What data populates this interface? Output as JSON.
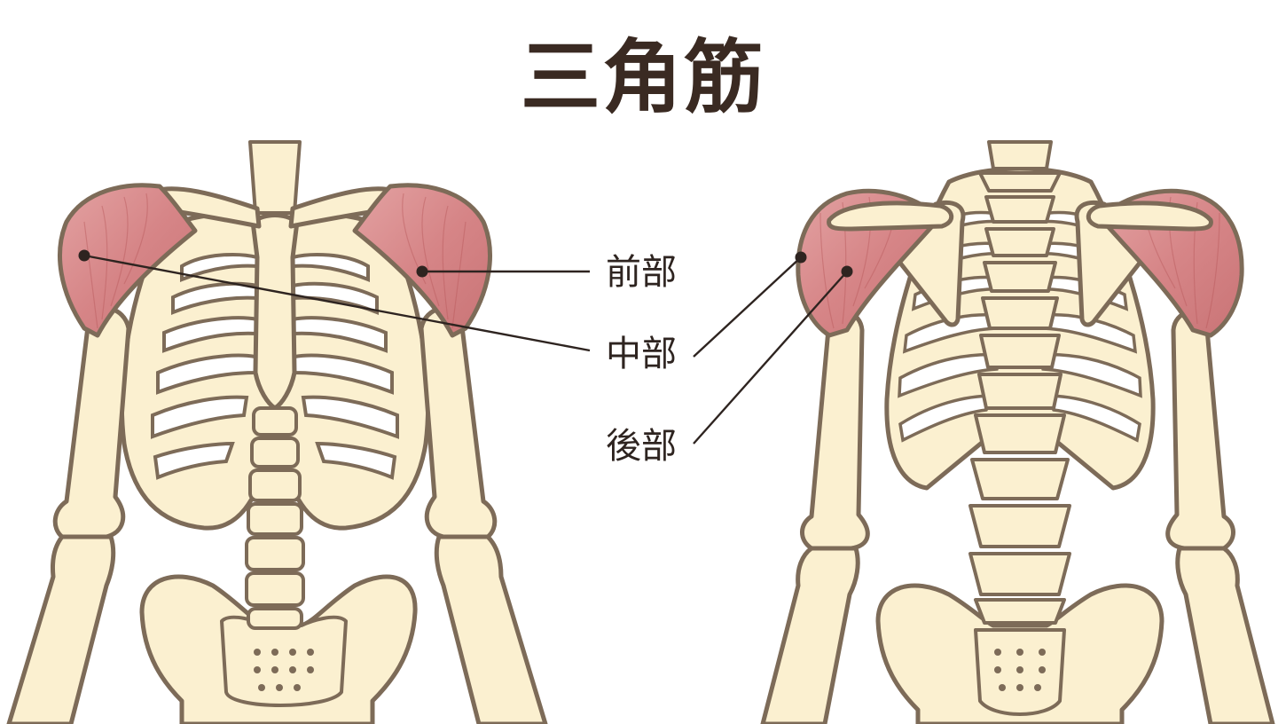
{
  "title": "三角筋",
  "labels": {
    "anterior": "前部",
    "middle": "中部",
    "posterior": "後部"
  },
  "colors": {
    "bone_fill": "#fbf0d0",
    "outline": "#7d6b58",
    "muscle": "#d98f90",
    "title": "#3a2a22"
  }
}
